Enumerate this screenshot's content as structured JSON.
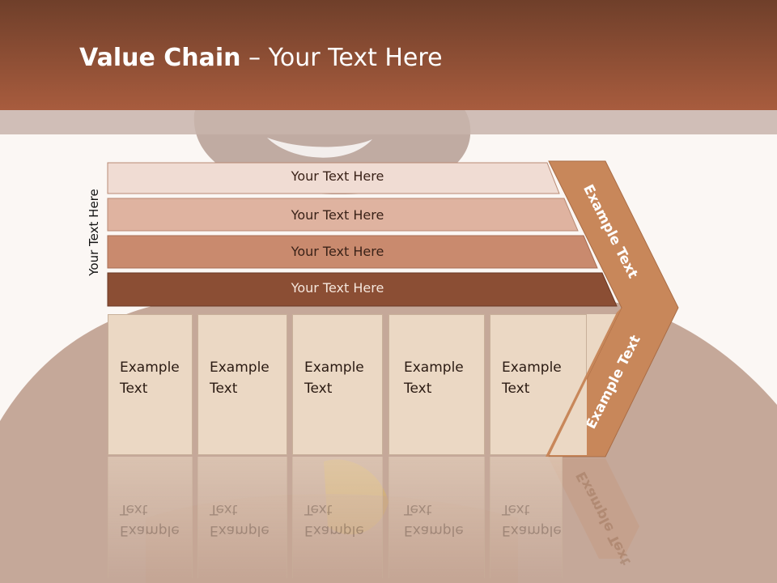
{
  "slide": {
    "title_bold": "Value Chain",
    "title_rest": " – Your Text Here"
  },
  "side_label": "Your Text Here",
  "bands": [
    {
      "label": "Your Text Here",
      "color": "#f0dcd3"
    },
    {
      "label": "Your Text Here",
      "color": "#dfb3a0"
    },
    {
      "label": "Your Text Here",
      "color": "#c98a6e"
    },
    {
      "label": "Your Text Here",
      "color": "#8b4e34"
    }
  ],
  "boxes": [
    {
      "line1": "Example",
      "line2": "Text"
    },
    {
      "line1": "Example",
      "line2": "Text"
    },
    {
      "line1": "Example",
      "line2": "Text"
    },
    {
      "line1": "Example",
      "line2": "Text"
    },
    {
      "line1": "Example",
      "line2": "Text"
    }
  ],
  "chevron": {
    "upper_label": "Example Text",
    "lower_label": "Example Text",
    "color": "#c8875a"
  },
  "colors": {
    "header": "#a85c3e",
    "box_fill": "#ebd8c4"
  }
}
